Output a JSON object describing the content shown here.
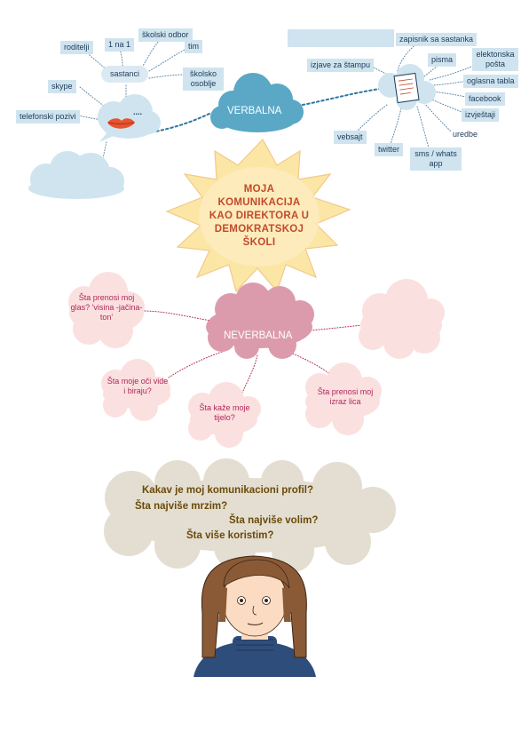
{
  "title": [
    "MOJA",
    "KOMUNIKACIJA",
    "KAO DIREKTORA U",
    "DEMOKRATSKOJ",
    "ŠKOLI"
  ],
  "verbal": {
    "hub": "VERBALNA",
    "oral": {
      "speech_bubble": "....",
      "sastanci": "sastanci",
      "sastanci_children": [
        "roditelji",
        "1 na 1",
        "školski odbor",
        "tim",
        "školsko osoblje"
      ],
      "skype": "skype",
      "telefonski_pozivi": "telefonski pozivi"
    },
    "written": {
      "items": [
        "zapisnik sa sastanka",
        "izjave za štampu",
        "pisma",
        "elektonska pošta",
        "oglasna tabla",
        "facebook",
        "izvještaji",
        "uredbe",
        "sms / whats app",
        "twitter",
        "vebsajt"
      ]
    }
  },
  "nonverbal": {
    "hub": "NEVERBALNA",
    "items": [
      "Šta prenosi moj glas? 'visina -jačina-ton'",
      "Šta moje oči vide i biraju?",
      "Šta kaže moje tijelo?",
      "Šta prenosi moj izraz lica"
    ]
  },
  "questions": [
    "Kakav je moj komunikacioni profil?",
    "Šta najviše mrzim?",
    "Šta najviše volim?",
    "Šta više koristim?"
  ],
  "colors": {
    "verbal_cloud": "#5aa8c6",
    "label_bg": "#cfe4ef",
    "label_text": "#1d3a58",
    "nonverbal_cloud": "#dc9bac",
    "pink_cloud": "#fbe0e0",
    "pink_text": "#b0285a",
    "sun": "#fbe6a6",
    "title_text": "#c24a2a",
    "thought_cloud": "#e4ded2",
    "question_text": "#6a4a08",
    "sweater": "#2f4d7a",
    "hair": "#8a5a36",
    "skin": "#fbdbc2"
  },
  "icons": [
    "speech-bubble-icon",
    "lips-icon",
    "document-icon",
    "sun-shape",
    "person-illustration"
  ]
}
